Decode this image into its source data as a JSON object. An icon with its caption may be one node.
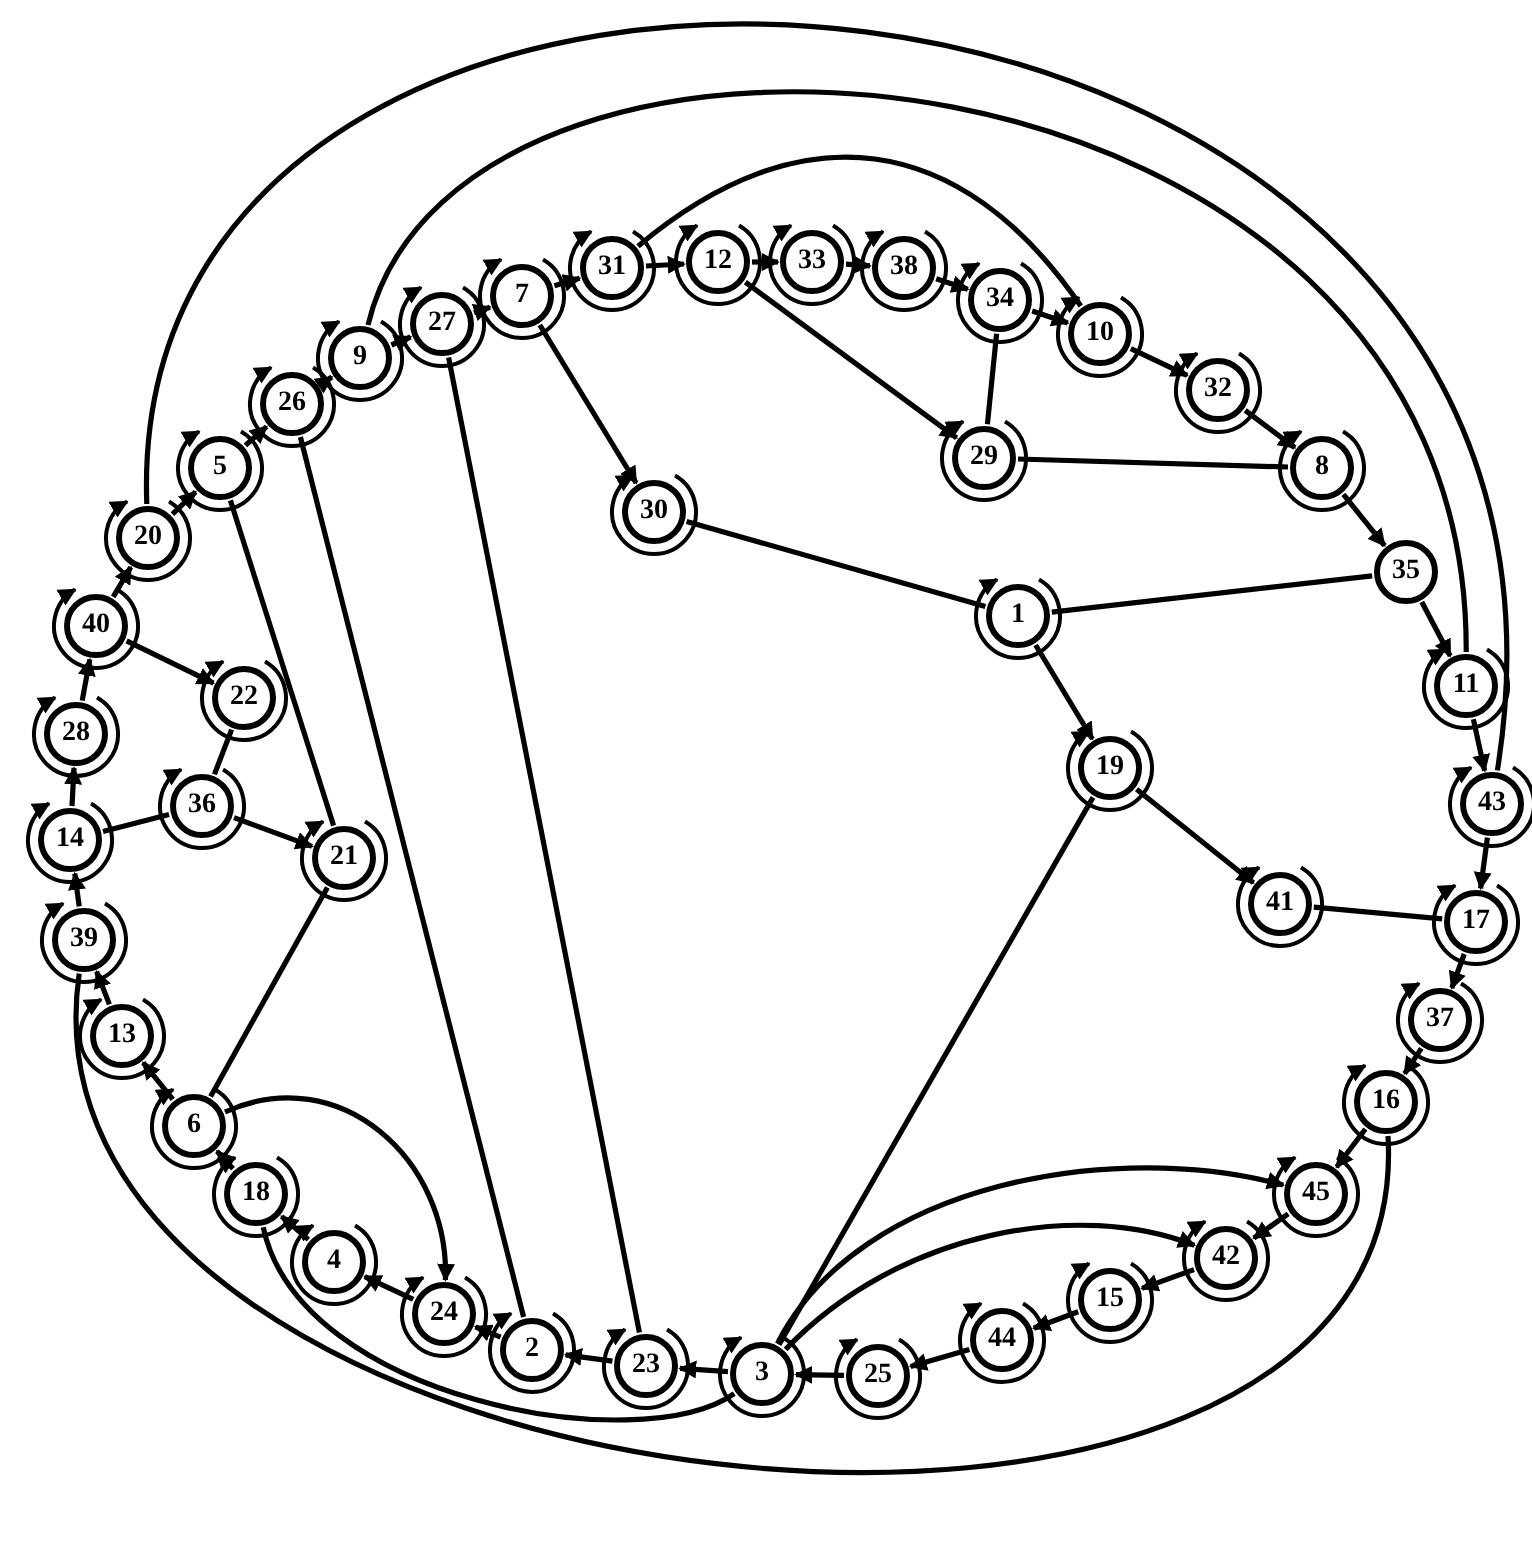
{
  "diagram": {
    "nodes": [
      {
        "text": [
          "1"
        ]
      },
      {
        "text": [
          "2"
        ]
      },
      {
        "text": [
          "3"
        ]
      },
      {
        "text": [
          "4"
        ]
      },
      {
        "text": [
          "5"
        ]
      },
      {
        "text": [
          "6"
        ]
      },
      {
        "text": [
          "7"
        ]
      },
      {
        "text": [
          "8"
        ]
      },
      {
        "text": [
          "9"
        ]
      },
      {
        "text": [
          "10"
        ]
      },
      {
        "text": [
          "11"
        ]
      },
      {
        "text": [
          "12"
        ]
      },
      {
        "text": [
          "13"
        ]
      },
      {
        "text": [
          "14"
        ]
      },
      {
        "text": [
          "15"
        ]
      },
      {
        "text": [
          "16"
        ]
      },
      {
        "text": [
          "17"
        ]
      },
      {
        "text": [
          "18"
        ]
      },
      {
        "text": [
          "19"
        ]
      },
      {
        "text": [
          "20"
        ]
      },
      {
        "text": [
          "21"
        ]
      },
      {
        "text": [
          "22"
        ]
      },
      {
        "text": [
          "23"
        ]
      },
      {
        "text": [
          "24"
        ]
      },
      {
        "text": [
          "25"
        ]
      },
      {
        "text": [
          "26"
        ]
      },
      {
        "text": [
          "27"
        ]
      },
      {
        "text": [
          "28"
        ]
      },
      {
        "text": [
          "29"
        ]
      },
      {
        "text": [
          "30"
        ]
      },
      {
        "text": [
          "31"
        ]
      },
      {
        "text": [
          "32"
        ]
      },
      {
        "text": [
          "33"
        ]
      },
      {
        "text": [
          "34"
        ]
      },
      {
        "text": [
          "35"
        ]
      },
      {
        "text": [
          "36"
        ]
      },
      {
        "text": [
          "37"
        ]
      },
      {
        "text": [
          "38"
        ]
      },
      {
        "text": [
          "39"
        ]
      },
      {
        "text": [
          "40"
        ]
      },
      {
        "text": [
          "41"
        ]
      },
      {
        "text": [
          "42"
        ]
      },
      {
        "text": [
          "43"
        ]
      },
      {
        "text": [
          "44"
        ]
      },
      {
        "text": [
          "45"
        ]
      }
    ],
    "edges": [
      {
        "from": 30,
        "to": 11,
        "arrow": "to"
      },
      {
        "from": 11,
        "to": 32,
        "arrow": "to"
      },
      {
        "from": 32,
        "to": 37,
        "arrow": "to"
      },
      {
        "from": 37,
        "to": 33,
        "arrow": "to"
      },
      {
        "from": 33,
        "to": 9,
        "arrow": "to"
      },
      {
        "from": 9,
        "to": 31,
        "arrow": "to"
      },
      {
        "from": 31,
        "to": 7,
        "arrow": "to"
      },
      {
        "from": 7,
        "to": 34,
        "arrow": "to"
      },
      {
        "from": 34,
        "to": 10,
        "arrow": "to"
      },
      {
        "from": 10,
        "to": 42,
        "arrow": "to"
      },
      {
        "from": 42,
        "to": 16,
        "arrow": "to"
      },
      {
        "from": 16,
        "to": 36,
        "arrow": "to"
      },
      {
        "from": 36,
        "to": 15,
        "arrow": "to"
      },
      {
        "from": 15,
        "to": 44,
        "arrow": "to"
      },
      {
        "from": 44,
        "to": 41,
        "arrow": "to"
      },
      {
        "from": 41,
        "to": 14,
        "arrow": "to"
      },
      {
        "from": 14,
        "to": 43,
        "arrow": "to"
      },
      {
        "from": 43,
        "to": 24,
        "arrow": "to"
      },
      {
        "from": 24,
        "to": 2,
        "arrow": "to"
      },
      {
        "from": 2,
        "to": 22,
        "arrow": "to"
      },
      {
        "from": 22,
        "to": 1,
        "arrow": "to"
      },
      {
        "from": 1,
        "to": 23,
        "arrow": "to"
      },
      {
        "from": 23,
        "to": 3,
        "arrow": "to"
      },
      {
        "from": 3,
        "to": 17,
        "arrow": "to"
      },
      {
        "from": 17,
        "to": 5,
        "arrow": "to"
      },
      {
        "from": 5,
        "to": 12,
        "arrow": "to"
      },
      {
        "from": 12,
        "to": 38,
        "arrow": "to"
      },
      {
        "from": 38,
        "to": 13,
        "arrow": "to"
      },
      {
        "from": 13,
        "to": 27,
        "arrow": "to"
      },
      {
        "from": 27,
        "to": 39,
        "arrow": "to"
      },
      {
        "from": 39,
        "to": 19,
        "arrow": "to"
      },
      {
        "from": 19,
        "to": 4,
        "arrow": "to"
      },
      {
        "from": 4,
        "to": 25,
        "arrow": "to"
      },
      {
        "from": 25,
        "to": 8,
        "arrow": "to"
      },
      {
        "from": 8,
        "to": 26,
        "arrow": "to"
      },
      {
        "from": 26,
        "to": 6,
        "arrow": "to"
      },
      {
        "from": 6,
        "to": 30,
        "arrow": "to"
      },
      {
        "from": 6,
        "to": 29,
        "arrow": "to"
      },
      {
        "from": 11,
        "to": 28,
        "arrow": "to"
      },
      {
        "from": 33,
        "to": 28,
        "arrow": "none"
      },
      {
        "from": 28,
        "to": 7,
        "arrow": "none"
      },
      {
        "from": 29,
        "to": 0,
        "arrow": "none"
      },
      {
        "from": 0,
        "to": 34,
        "arrow": "none"
      },
      {
        "from": 0,
        "to": 18,
        "arrow": "to"
      },
      {
        "from": 18,
        "to": 40,
        "arrow": "to"
      },
      {
        "from": 40,
        "to": 16,
        "arrow": "none"
      },
      {
        "from": 18,
        "to": 2,
        "arrow": "none"
      },
      {
        "from": 39,
        "to": 21,
        "arrow": "to"
      },
      {
        "from": 21,
        "to": 35,
        "arrow": "none"
      },
      {
        "from": 13,
        "to": 35,
        "arrow": "none"
      },
      {
        "from": 35,
        "to": 20,
        "arrow": "to"
      },
      {
        "from": 4,
        "to": 20,
        "arrow": "none"
      },
      {
        "from": 20,
        "to": 5,
        "arrow": "none"
      },
      {
        "from": 25,
        "to": 1,
        "arrow": "none"
      },
      {
        "from": 26,
        "to": 22,
        "arrow": "none"
      },
      {
        "from": 5,
        "to": 23,
        "arrow": "to"
      },
      {
        "from": 17,
        "to": 2,
        "arrow": "none"
      },
      {
        "from": 38,
        "to": 15,
        "arrow": "none"
      },
      {
        "from": 2,
        "to": 44,
        "arrow": "to"
      },
      {
        "from": 2,
        "to": 41,
        "arrow": "to"
      },
      {
        "from": 19,
        "to": 42,
        "arrow": "none"
      },
      {
        "from": 8,
        "to": 10,
        "arrow": "none"
      },
      {
        "from": 30,
        "to": 9,
        "arrow": "none"
      },
      {
        "from": 0,
        "to": 0,
        "arrow": "to"
      },
      {
        "from": 1,
        "to": 1,
        "arrow": "to"
      },
      {
        "from": 2,
        "to": 2,
        "arrow": "to"
      },
      {
        "from": 3,
        "to": 3,
        "arrow": "to"
      },
      {
        "from": 4,
        "to": 4,
        "arrow": "to"
      },
      {
        "from": 5,
        "to": 5,
        "arrow": "to"
      },
      {
        "from": 6,
        "to": 6,
        "arrow": "to"
      },
      {
        "from": 7,
        "to": 7,
        "arrow": "to"
      },
      {
        "from": 8,
        "to": 8,
        "arrow": "to"
      },
      {
        "from": 9,
        "to": 9,
        "arrow": "to"
      },
      {
        "from": 10,
        "to": 10,
        "arrow": "to"
      },
      {
        "from": 11,
        "to": 11,
        "arrow": "to"
      },
      {
        "from": 12,
        "to": 12,
        "arrow": "to"
      },
      {
        "from": 13,
        "to": 13,
        "arrow": "to"
      },
      {
        "from": 14,
        "to": 14,
        "arrow": "to"
      },
      {
        "from": 15,
        "to": 15,
        "arrow": "to"
      },
      {
        "from": 16,
        "to": 16,
        "arrow": "to"
      },
      {
        "from": 17,
        "to": 17,
        "arrow": "to"
      },
      {
        "from": 18,
        "to": 18,
        "arrow": "to"
      },
      {
        "from": 19,
        "to": 19,
        "arrow": "to"
      },
      {
        "from": 20,
        "to": 20,
        "arrow": "to"
      },
      {
        "from": 21,
        "to": 21,
        "arrow": "to"
      },
      {
        "from": 22,
        "to": 22,
        "arrow": "to"
      },
      {
        "from": 23,
        "to": 23,
        "arrow": "to"
      },
      {
        "from": 24,
        "to": 24,
        "arrow": "to"
      },
      {
        "from": 25,
        "to": 25,
        "arrow": "to"
      },
      {
        "from": 26,
        "to": 26,
        "arrow": "to"
      },
      {
        "from": 27,
        "to": 27,
        "arrow": "to"
      },
      {
        "from": 28,
        "to": 28,
        "arrow": "to"
      },
      {
        "from": 29,
        "to": 29,
        "arrow": "to"
      },
      {
        "from": 30,
        "to": 30,
        "arrow": "to"
      },
      {
        "from": 31,
        "to": 31,
        "arrow": "to"
      },
      {
        "from": 32,
        "to": 32,
        "arrow": "to"
      },
      {
        "from": 33,
        "to": 33,
        "arrow": "to"
      },
      {
        "from": 35,
        "to": 35,
        "arrow": "to"
      },
      {
        "from": 36,
        "to": 36,
        "arrow": "to"
      },
      {
        "from": 37,
        "to": 37,
        "arrow": "to"
      },
      {
        "from": 38,
        "to": 38,
        "arrow": "to"
      },
      {
        "from": 39,
        "to": 39,
        "arrow": "to"
      },
      {
        "from": 40,
        "to": 40,
        "arrow": "to"
      },
      {
        "from": 41,
        "to": 41,
        "arrow": "to"
      },
      {
        "from": 42,
        "to": 42,
        "arrow": "to"
      },
      {
        "from": 43,
        "to": 43,
        "arrow": "to"
      },
      {
        "from": 44,
        "to": 44,
        "arrow": "to"
      }
    ]
  }
}
